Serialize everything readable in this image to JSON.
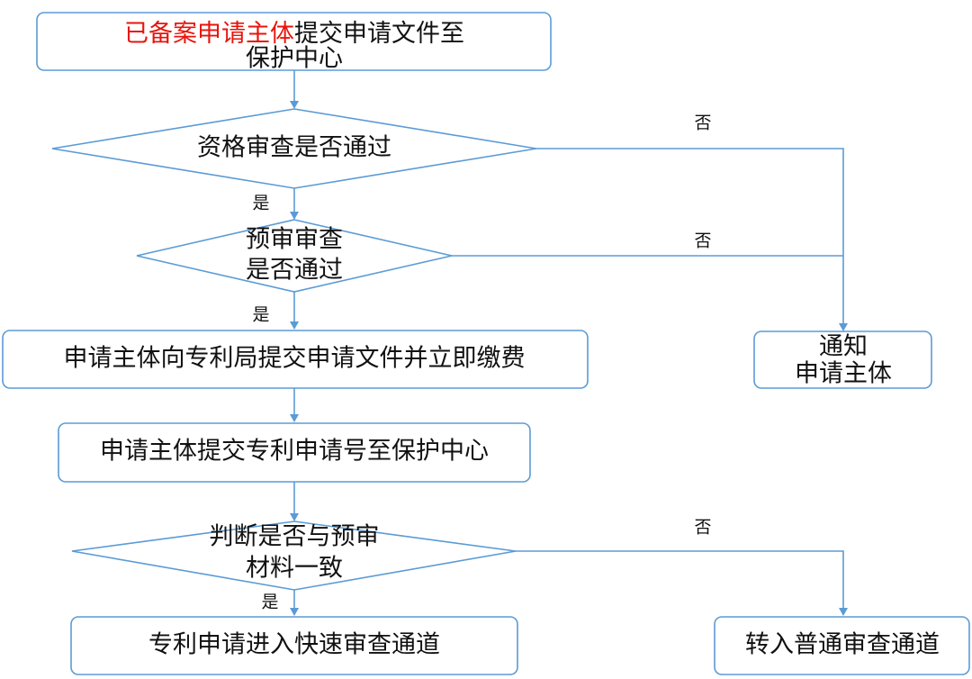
{
  "nodes": {
    "submit": {
      "line1_red": "已备案申请主体",
      "line1_rest": "提交申请文件至",
      "line2": "保护中心"
    },
    "qualify": {
      "text": "资格审查是否通过"
    },
    "preexam": {
      "line1": "预审审查",
      "line2": "是否通过"
    },
    "apply": {
      "text": "申请主体向专利局提交申请文件并立即缴费"
    },
    "number": {
      "text": "申请主体提交专利申请号至保护中心"
    },
    "match": {
      "line1": "判断是否与预审",
      "line2": "材料一致"
    },
    "fast": {
      "text": "专利申请进入快速审查通道"
    },
    "notify": {
      "line1": "通知",
      "line2": "申请主体"
    },
    "normal": {
      "text": "转入普通审查通道"
    }
  },
  "edge_labels": {
    "yes1": "是",
    "yes2": "是",
    "yes3": "是",
    "no1": "否",
    "no2": "否",
    "no3": "否"
  },
  "colors": {
    "stroke": "#5b9bd5",
    "highlight": "#e8140c",
    "text": "#111111"
  }
}
